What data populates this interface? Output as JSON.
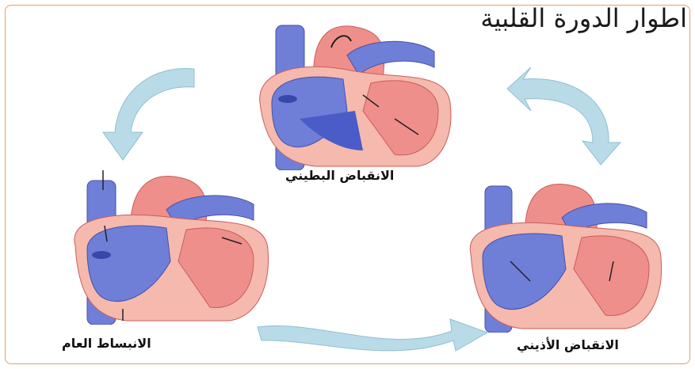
{
  "title": "اطوار الدورة القلبية",
  "phases": {
    "ventricular_systole": "الانقباض البطيني",
    "general_diastole": "الانبساط العام",
    "atrial_systole": "الانقباض الأذيني"
  },
  "colors": {
    "vein_blue": "#6f7fd8",
    "artery_red": "#ef8f8b",
    "muscle_pink": "#f5b9ae",
    "chamber_blue": "#4a5cc7",
    "arrow_fill": "#b9dbe8",
    "frame": "#e3a06a"
  }
}
